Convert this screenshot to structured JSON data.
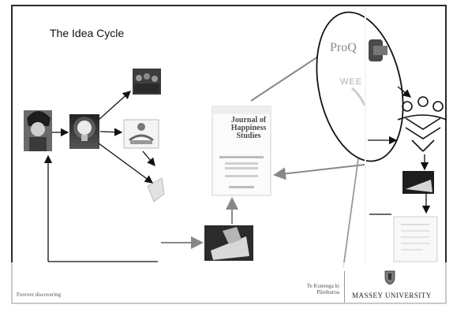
{
  "slide": {
    "title": "The Idea Cycle",
    "journal_title": "Journal of Happiness Studies",
    "db_logo_1": "ProQ",
    "db_logo_2": "WEE",
    "footer_left": "Forever discovering",
    "footer_maori": "Te Kunenga ki Pūrehuroa",
    "footer_university": "MASSEY UNIVERSITY"
  },
  "icons": {
    "person_photo": "person-photo-icon",
    "lightbulb": "lightbulb-icon",
    "group_photo": "group-photo-icon",
    "handshake": "handshake-icon",
    "writing_hand": "writing-hand-icon",
    "journal_cover": "journal-cover-icon",
    "database_logo": "database-logo-icon",
    "readers": "readers-book-icon",
    "document": "document-icon"
  }
}
